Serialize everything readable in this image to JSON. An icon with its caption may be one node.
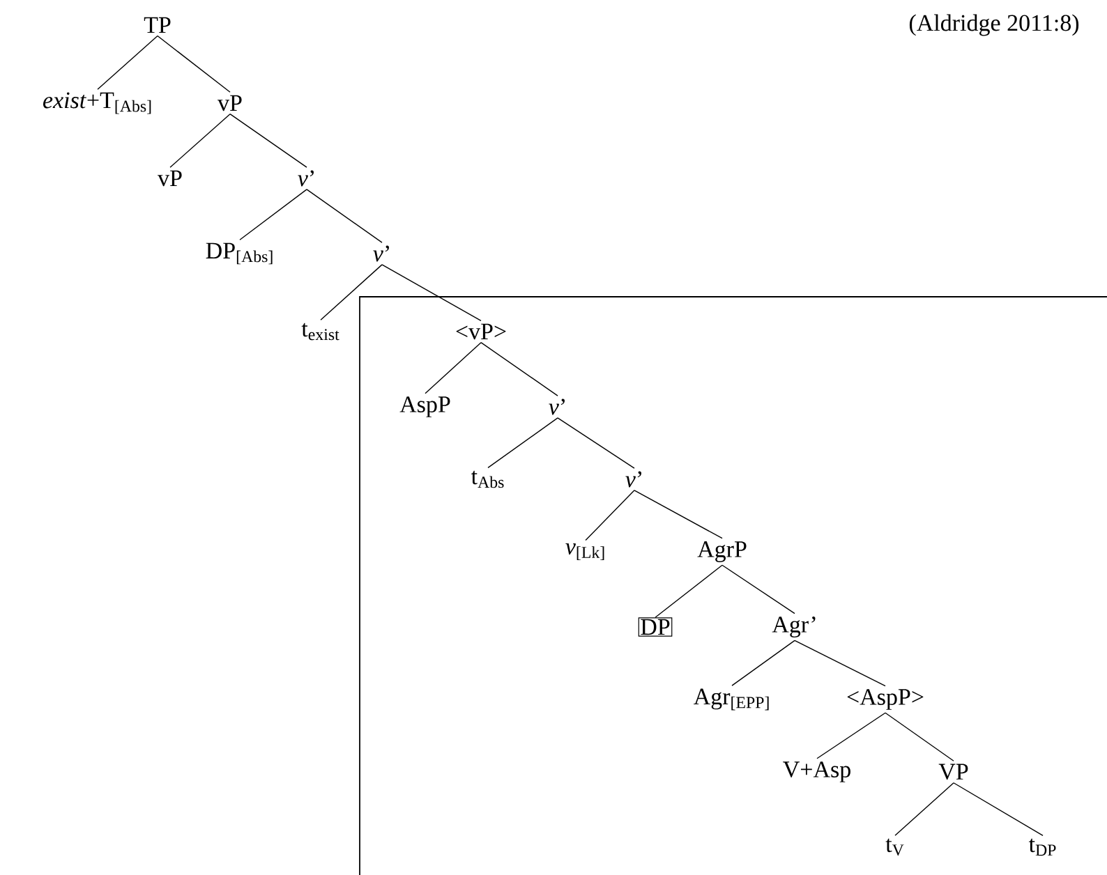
{
  "diagram": {
    "nodes": [
      {
        "text": [
          "TP"
        ]
      },
      {
        "text": [
          "*exist*+T$_{[Abs]}$"
        ]
      },
      {
        "text": [
          "vP"
        ]
      },
      {
        "text": [
          "vP"
        ]
      },
      {
        "text": [
          "*v*’"
        ]
      },
      {
        "text": [
          "DP$_{[Abs]}$"
        ]
      },
      {
        "text": [
          "*v*’"
        ]
      },
      {
        "text": [
          "t$_{exist}$"
        ]
      },
      {
        "text": [
          "<vP>"
        ]
      },
      {
        "text": [
          "AspP"
        ]
      },
      {
        "text": [
          "*v*’"
        ]
      },
      {
        "text": [
          "t$_{Abs}$"
        ]
      },
      {
        "text": [
          "*v*’"
        ]
      },
      {
        "text": [
          "*v*$_{[Lk]}$"
        ]
      },
      {
        "text": [
          "AgrP"
        ]
      },
      {
        "text": [
          "DP"
        ]
      },
      {
        "text": [
          "Agr’"
        ]
      },
      {
        "text": [
          "Agr$_{[EPP]}$"
        ]
      },
      {
        "text": [
          "<AspP>"
        ]
      },
      {
        "text": [
          "V+Asp"
        ]
      },
      {
        "text": [
          "VP"
        ]
      },
      {
        "text": [
          "t$_{V}$"
        ]
      },
      {
        "text": [
          "t$_{DP}$"
        ]
      }
    ],
    "edges": [
      {
        "from": 0,
        "to": 1,
        "arrow": "none"
      },
      {
        "from": 0,
        "to": 2,
        "arrow": "none"
      },
      {
        "from": 2,
        "to": 3,
        "arrow": "none"
      },
      {
        "from": 2,
        "to": 4,
        "arrow": "none"
      },
      {
        "from": 4,
        "to": 5,
        "arrow": "none"
      },
      {
        "from": 4,
        "to": 6,
        "arrow": "none"
      },
      {
        "from": 6,
        "to": 7,
        "arrow": "none"
      },
      {
        "from": 6,
        "to": 8,
        "arrow": "none"
      },
      {
        "from": 8,
        "to": 9,
        "arrow": "none"
      },
      {
        "from": 8,
        "to": 10,
        "arrow": "none"
      },
      {
        "from": 10,
        "to": 11,
        "arrow": "none"
      },
      {
        "from": 10,
        "to": 12,
        "arrow": "none"
      },
      {
        "from": 12,
        "to": 13,
        "arrow": "none"
      },
      {
        "from": 12,
        "to": 14,
        "arrow": "none"
      },
      {
        "from": 14,
        "to": 15,
        "arrow": "none"
      },
      {
        "from": 14,
        "to": 16,
        "arrow": "none"
      },
      {
        "from": 16,
        "to": 17,
        "arrow": "none"
      },
      {
        "from": 16,
        "to": 18,
        "arrow": "none"
      },
      {
        "from": 18,
        "to": 19,
        "arrow": "none"
      },
      {
        "from": 18,
        "to": 20,
        "arrow": "none"
      },
      {
        "from": 20,
        "to": 21,
        "arrow": "none"
      },
      {
        "from": 20,
        "to": 22,
        "arrow": "none"
      }
    ],
    "labels": [
      "(Aldridge 2011:8)"
    ]
  }
}
